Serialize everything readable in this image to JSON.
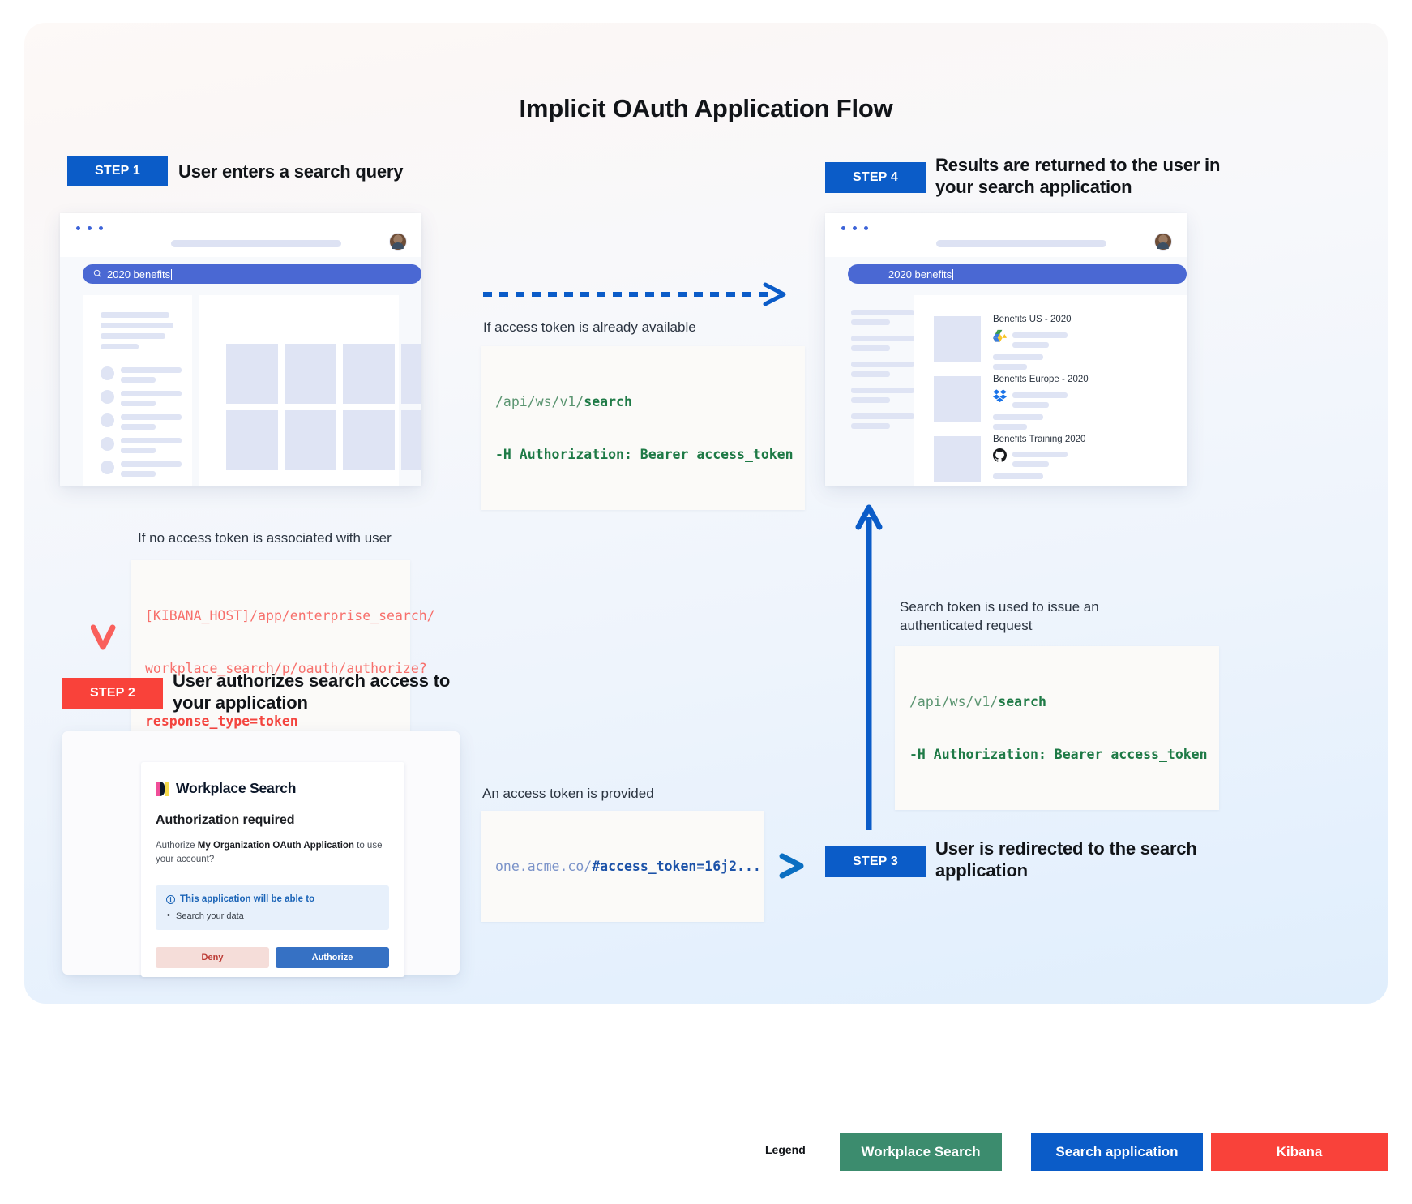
{
  "diagram": {
    "title": "Implicit OAuth Application Flow"
  },
  "steps": {
    "step1": {
      "badge": "STEP 1",
      "title": "User enters a search query"
    },
    "step2": {
      "badge": "STEP 2",
      "title": "User authorizes search access to your application"
    },
    "step3": {
      "badge": "STEP 3",
      "title": "User is redirected to the search application"
    },
    "step4": {
      "badge": "STEP 4",
      "title": "Results are returned to the user in your search application"
    }
  },
  "browser_step1": {
    "search_query": "2020 benefits",
    "search_icon": "search-icon"
  },
  "browser_step4": {
    "search_query": "2020 benefits",
    "results": [
      {
        "title": "Benefits US - 2020",
        "source_icon": "google-drive-icon"
      },
      {
        "title": "Benefits Europe - 2020",
        "source_icon": "dropbox-icon"
      },
      {
        "title": "Benefits Training 2020",
        "source_icon": "github-icon"
      }
    ]
  },
  "connectors": {
    "token_available": {
      "caption": "If access token is already available",
      "code_prefix": "/api/ws/v1/",
      "code_bold": "search",
      "code_line2": "-H Authorization: Bearer access_token"
    },
    "no_token": {
      "caption": "If no access token is associated with user",
      "code_line1": "[KIBANA_HOST]/app/enterprise_search/",
      "code_line2": "workplace_search/p/oauth/authorize?",
      "code_line3": "response_type=token"
    },
    "token_provided": {
      "caption": "An access token is provided",
      "code_prefix": "one.acme.co/",
      "code_bold": "#access_token=16j2..."
    },
    "authenticated_request": {
      "caption": "Search token is used to issue an authenticated request",
      "code_prefix": "/api/ws/v1/",
      "code_bold": "search",
      "code_line2": "-H Authorization: Bearer access_token"
    }
  },
  "auth_dialog": {
    "product_name": "Workplace Search",
    "heading": "Authorization required",
    "body_prefix": "Authorize ",
    "body_app": "My Organization OAuth Application",
    "body_suffix": " to use your account?",
    "permission_title": "This application will be able to",
    "permission_items": [
      "Search your data"
    ],
    "deny_label": "Deny",
    "authorize_label": "Authorize"
  },
  "legend": {
    "label": "Legend",
    "items": [
      {
        "label": "Workplace Search",
        "color": "#3c8c6e"
      },
      {
        "label": "Search application",
        "color": "#0b5cc8"
      },
      {
        "label": "Kibana",
        "color": "#f9423a"
      }
    ]
  }
}
